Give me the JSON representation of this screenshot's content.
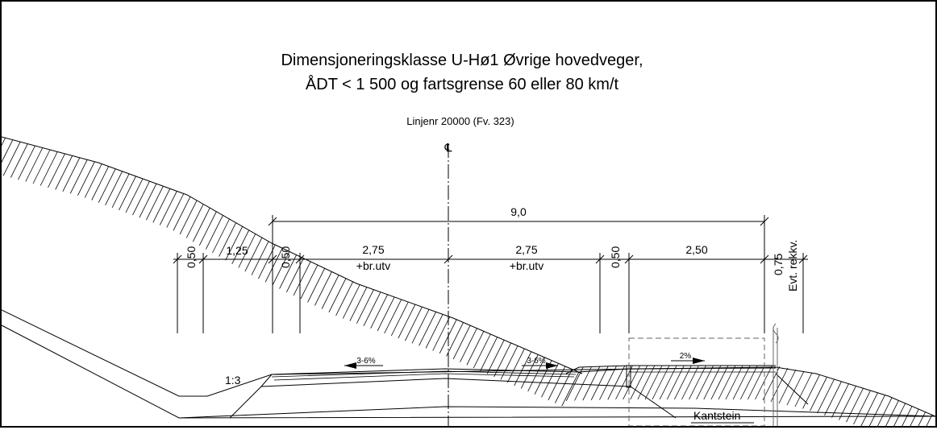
{
  "title": {
    "line1": "Dimensjoneringsklasse U-Hø1 Øvrige hovedveger,",
    "line2": "ÅDT < 1 500 og fartsgrense 60 eller 80 km/t"
  },
  "line_label": "Linjenr 20000 (Fv. 323)",
  "centerline_symbol": "℄",
  "overall_width": "9,0",
  "dimensions": {
    "d1": "0,50",
    "d2": "1,25",
    "d3": "0,50",
    "d4": "2,75",
    "d4_sub": "+br.utv",
    "d5": "2,75",
    "d5_sub": "+br.utv",
    "d6": "0,50",
    "d7": "2,50",
    "d8": "0,75",
    "d8_sub": "Evt. rekkv."
  },
  "slope_left": "3-6%",
  "slope_right": "3-6%",
  "slope_walkway": "2%",
  "slope_ratio": "1:3",
  "kantstein": "Kantstein"
}
